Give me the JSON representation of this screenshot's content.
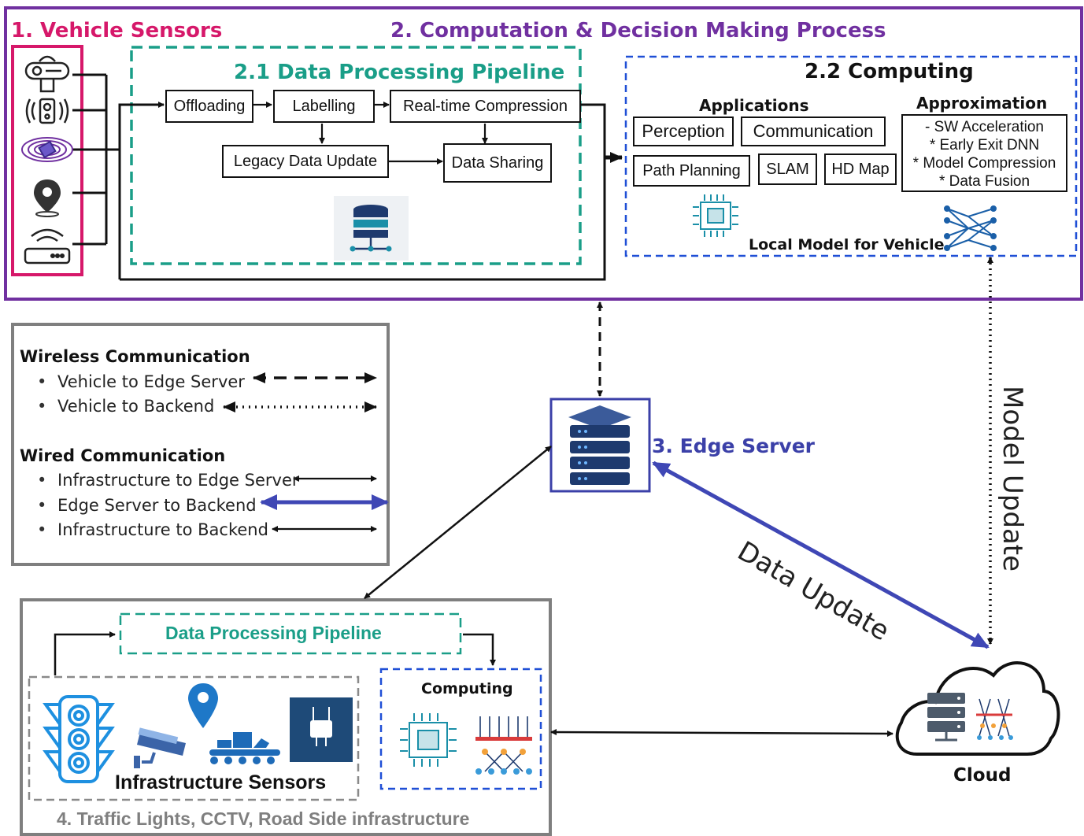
{
  "sections": {
    "vehicle_sensors": "1. Vehicle Sensors",
    "computation": "2. Computation & Decision Making Process",
    "pipeline": "2.1 Data Processing Pipeline",
    "computing": "2.2 Computing",
    "edge_server": "3. Edge Server",
    "infrastructure": "4. Traffic Lights, CCTV, Road Side infrastructure"
  },
  "pipeline_steps": {
    "offloading": "Offloading",
    "labelling": "Labelling",
    "compression": "Real-time Compression",
    "legacy": "Legacy Data Update",
    "sharing": "Data Sharing"
  },
  "computing": {
    "applications_heading": "Applications",
    "apps": {
      "perception": "Perception",
      "communication": "Communication",
      "path_planning": "Path Planning",
      "slam": "SLAM",
      "hd_map": "HD Map"
    },
    "approximation_heading": "Approximation",
    "approximation_items": [
      "- SW Acceleration",
      "* Early Exit DNN",
      "* Model Compression",
      "* Data Fusion"
    ],
    "local_model": "Local Model for Vehicle"
  },
  "legend": {
    "wireless_heading": "Wireless Communication",
    "wireless_items": [
      "Vehicle to Edge Server",
      "Vehicle to Backend"
    ],
    "wired_heading": "Wired Communication",
    "wired_items": [
      "Infrastructure to Edge Server",
      "Edge Server to Backend",
      "Infrastructure to Backend"
    ],
    "bullet": "•"
  },
  "infra": {
    "pipeline_label": "Data Processing Pipeline",
    "computing_label": "Computing",
    "sensors_label": "Infrastructure Sensors"
  },
  "cloud_label": "Cloud",
  "edge_labels": {
    "data_update": "Data Update",
    "model_update": "Model Update"
  },
  "colors": {
    "vehicle": "#d6186a",
    "computation": "#7030a0",
    "pipeline": "#1a9e88",
    "computing": "#1f4fd6",
    "edge": "#3b40a8",
    "edge_arrow": "#3f47b5",
    "gray": "#7f7f7f",
    "icon_teal": "#1a8fa8",
    "icon_navy": "#1e3a6e"
  }
}
